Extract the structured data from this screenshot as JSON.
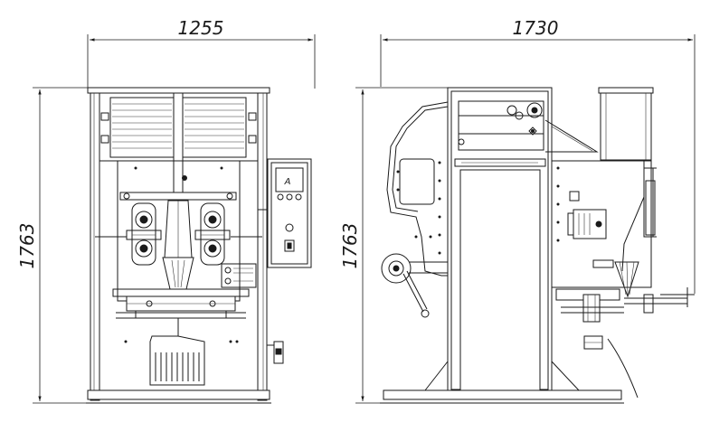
{
  "front_view": {
    "width_dim": "1255",
    "height_dim": "1763",
    "panel_label": "A"
  },
  "side_view": {
    "width_dim": "1730",
    "height_dim": "1763"
  },
  "colors": {
    "line": "#1a1a1a",
    "background": "#ffffff"
  }
}
